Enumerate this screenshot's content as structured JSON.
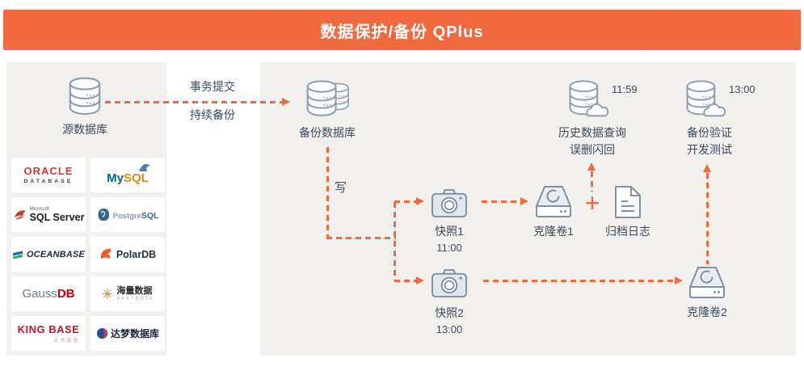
{
  "colors": {
    "accent": "#F1693E",
    "panel_bg": "#F2F1EE",
    "icon_stroke": "#8B9DAE",
    "text": "#3C4A5E"
  },
  "header": {
    "title": "数据保护/备份 QPlus"
  },
  "diagram": {
    "source_db": {
      "label": "源数据库"
    },
    "backup_db": {
      "label": "备份数据库"
    },
    "flow": {
      "transaction_commit": "事务提交",
      "continuous_backup": "持续备份",
      "write": "写",
      "plus": "+"
    },
    "history_query": {
      "time": "11:59",
      "line1": "历史数据查询",
      "line2": "误删闪回"
    },
    "backup_verify": {
      "time": "13:00",
      "line1": "备份验证",
      "line2": "开发测试"
    },
    "snapshot1": {
      "label": "快照1",
      "time": "11:00"
    },
    "snapshot2": {
      "label": "快照2",
      "time": "13:00"
    },
    "clone1": {
      "label": "克隆卷1"
    },
    "clone2": {
      "label": "克隆卷2"
    },
    "archive_log": {
      "label": "归档日志"
    }
  },
  "vendors": [
    {
      "line1": "ORACLE",
      "line2": "DATABASE"
    },
    {
      "part1": "My",
      "part2": "SQL"
    },
    {
      "sub": "Microsoft",
      "text": "SQL Server"
    },
    {
      "part1": "Postgre",
      "part2": "SQL"
    },
    {
      "text": "OCEANBASE"
    },
    {
      "text": "PolarDB"
    },
    {
      "part1": "Gauss",
      "part2": "DB"
    },
    {
      "text": "海量数据",
      "sub": "VASTDATA"
    },
    {
      "text": "KING BASE",
      "sub": "人大金仓"
    },
    {
      "text": "达梦数据库"
    }
  ]
}
